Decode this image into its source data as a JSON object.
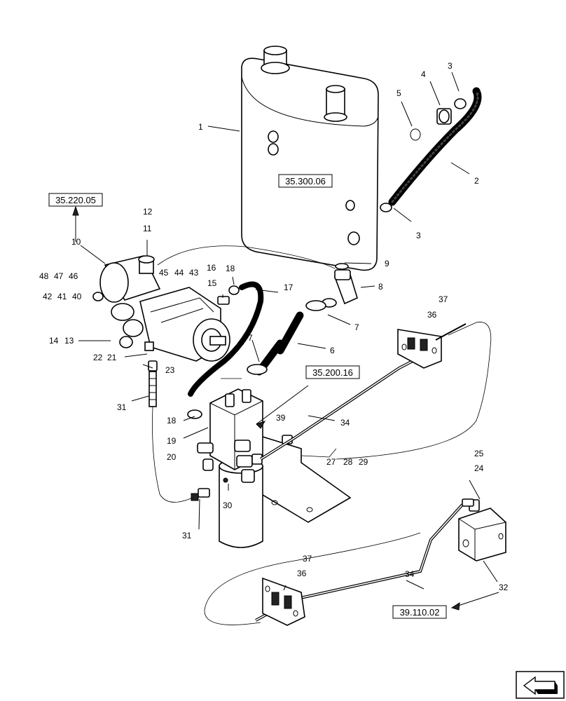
{
  "callouts": [
    {
      "id": "c-1",
      "text": "1"
    },
    {
      "id": "c-2",
      "text": "2"
    },
    {
      "id": "c-3a",
      "text": "3"
    },
    {
      "id": "c-3b",
      "text": "3"
    },
    {
      "id": "c-4",
      "text": "4"
    },
    {
      "id": "c-5",
      "text": "5"
    },
    {
      "id": "c-6",
      "text": "6"
    },
    {
      "id": "c-7a",
      "text": "7"
    },
    {
      "id": "c-7b",
      "text": "7"
    },
    {
      "id": "c-8",
      "text": "8"
    },
    {
      "id": "c-9",
      "text": "9"
    },
    {
      "id": "c-10",
      "text": "10"
    },
    {
      "id": "c-11",
      "text": "11"
    },
    {
      "id": "c-12",
      "text": "12"
    },
    {
      "id": "c-13",
      "text": "13"
    },
    {
      "id": "c-14",
      "text": "14"
    },
    {
      "id": "c-15",
      "text": "15"
    },
    {
      "id": "c-16",
      "text": "16"
    },
    {
      "id": "c-17",
      "text": "17"
    },
    {
      "id": "c-18a",
      "text": "18"
    },
    {
      "id": "c-18b",
      "text": "18"
    },
    {
      "id": "c-19",
      "text": "19"
    },
    {
      "id": "c-20",
      "text": "20"
    },
    {
      "id": "c-21",
      "text": "21"
    },
    {
      "id": "c-22",
      "text": "22"
    },
    {
      "id": "c-23",
      "text": "23"
    },
    {
      "id": "c-24",
      "text": "24"
    },
    {
      "id": "c-25",
      "text": "25"
    },
    {
      "id": "c-27",
      "text": "27"
    },
    {
      "id": "c-28",
      "text": "28"
    },
    {
      "id": "c-29",
      "text": "29"
    },
    {
      "id": "c-30",
      "text": "30"
    },
    {
      "id": "c-31a",
      "text": "31"
    },
    {
      "id": "c-31b",
      "text": "31"
    },
    {
      "id": "c-32",
      "text": "32"
    },
    {
      "id": "c-34a",
      "text": "34"
    },
    {
      "id": "c-34b",
      "text": "34"
    },
    {
      "id": "c-36a",
      "text": "36"
    },
    {
      "id": "c-36b",
      "text": "36"
    },
    {
      "id": "c-37a",
      "text": "37"
    },
    {
      "id": "c-37b",
      "text": "37"
    },
    {
      "id": "c-39",
      "text": "39"
    },
    {
      "id": "c-40",
      "text": "40"
    },
    {
      "id": "c-41",
      "text": "41"
    },
    {
      "id": "c-42",
      "text": "42"
    },
    {
      "id": "c-43",
      "text": "43"
    },
    {
      "id": "c-44",
      "text": "44"
    },
    {
      "id": "c-45",
      "text": "45"
    },
    {
      "id": "c-46",
      "text": "46"
    },
    {
      "id": "c-47",
      "text": "47"
    },
    {
      "id": "c-48",
      "text": "48"
    }
  ],
  "references": [
    {
      "id": "ref-tank",
      "text": "35.300.06"
    },
    {
      "id": "ref-pump",
      "text": "35.220.05"
    },
    {
      "id": "ref-valve",
      "text": "35.200.16"
    },
    {
      "id": "ref-control",
      "text": "39.110.02"
    }
  ]
}
